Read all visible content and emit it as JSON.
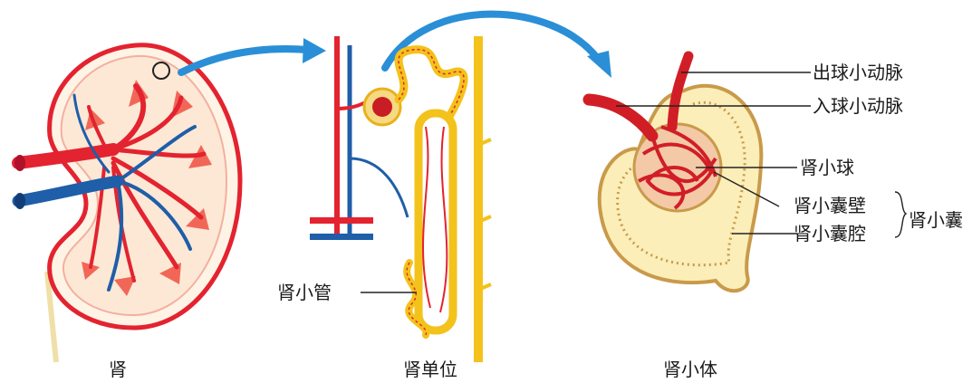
{
  "captions": {
    "kidney": "肾",
    "nephron": "肾单位",
    "renal_corpuscle": "肾小体"
  },
  "labels": {
    "renal_tubule": "肾小管",
    "efferent_arteriole": "出球小动脉",
    "afferent_arteriole": "入球小动脉",
    "glomerulus": "肾小球",
    "capsule_wall": "肾小囊壁",
    "capsule_cavity": "肾小囊腔",
    "renal_capsule": "肾小囊"
  },
  "colors": {
    "artery": "#e3232f",
    "vein": "#1f5ea8",
    "tubule": "#f3c21b",
    "capsule_fill": "#fbeeb8",
    "arrow": "#2a8fd6"
  }
}
